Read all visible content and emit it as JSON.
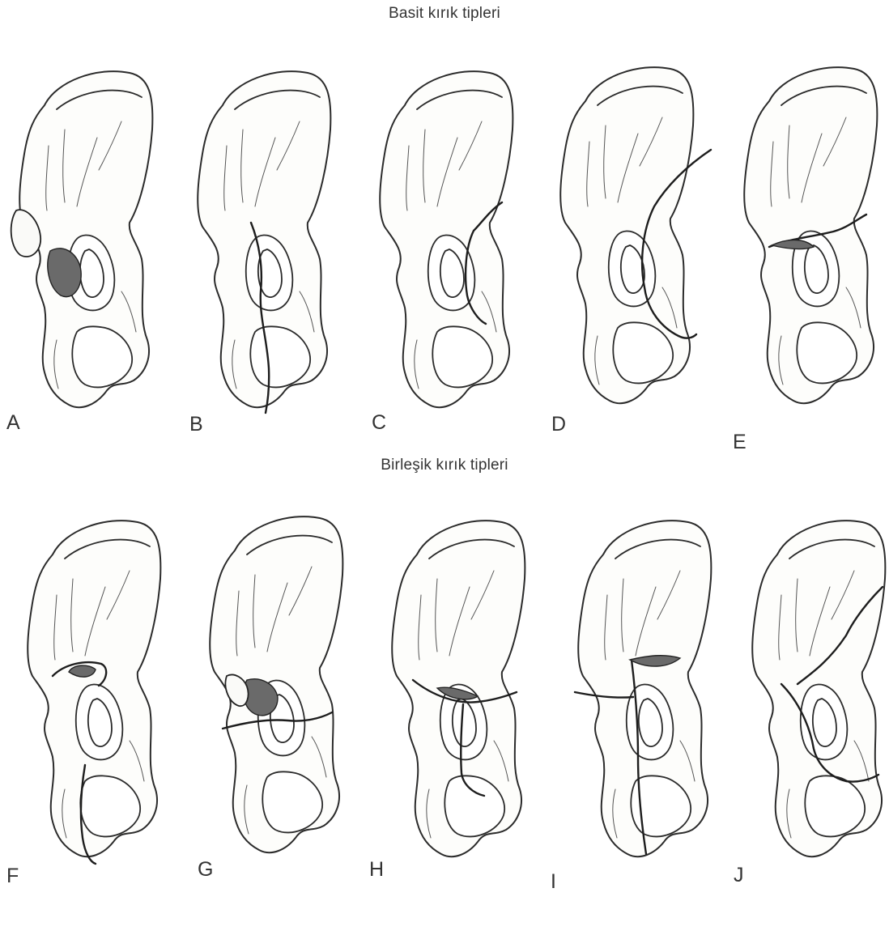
{
  "titles": {
    "simple": "Basit kırık tipleri",
    "combined": "Birleşik kırık tipleri"
  },
  "panels": [
    {
      "id": "A",
      "label": "A",
      "fracture": "posterior-wall"
    },
    {
      "id": "B",
      "label": "B",
      "fracture": "posterior-column"
    },
    {
      "id": "C",
      "label": "C",
      "fracture": "anterior-wall"
    },
    {
      "id": "D",
      "label": "D",
      "fracture": "anterior-column"
    },
    {
      "id": "E",
      "label": "E",
      "fracture": "transverse"
    },
    {
      "id": "F",
      "label": "F",
      "fracture": "posterior-column-wall"
    },
    {
      "id": "G",
      "label": "G",
      "fracture": "transverse-posterior-wall"
    },
    {
      "id": "H",
      "label": "H",
      "fracture": "t-shaped"
    },
    {
      "id": "I",
      "label": "I",
      "fracture": "anterior-posterior-hemitransverse"
    },
    {
      "id": "J",
      "label": "J",
      "fracture": "both-column"
    }
  ]
}
